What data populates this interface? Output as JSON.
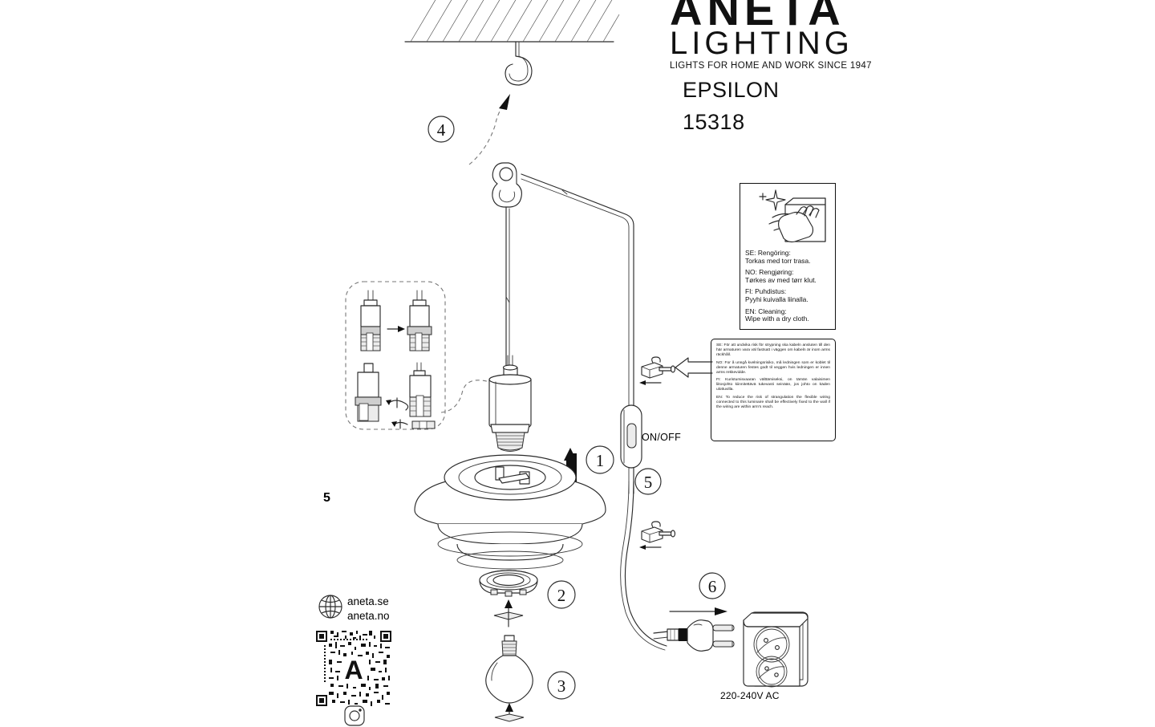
{
  "document": {
    "type": "assembly-instruction-sheet",
    "page_number": "5"
  },
  "brand": {
    "name": "ANETA",
    "sub_name": "LIGHTING",
    "tagline": "LIGHTS FOR HOME AND WORK SINCE 1947"
  },
  "product": {
    "name": "EPSILON",
    "code": "15318"
  },
  "cleaning_card": {
    "icon": "hand-wiping-cloth-icon",
    "rows": [
      {
        "lang": "SE",
        "title": "SE: Rengöring:",
        "body": "Torkas med torr trasa."
      },
      {
        "lang": "NO",
        "title": "NO: Rengjøring:",
        "body": "Tørkes av med tørr klut."
      },
      {
        "lang": "FI",
        "title": "FI: Puhdistus:",
        "body": "Pyyhi kuivalla liinalla."
      },
      {
        "lang": "EN",
        "title": "EN: Cleaning:",
        "body": "Wipe with a dry cloth."
      }
    ]
  },
  "warning_card": {
    "rows": [
      {
        "lang": "SE",
        "text": "SE: För att undvika risk för strypning ska kabeln ansluten till den här armaturen vara väl fastsatt i väggen om kabeln är inom arms räckhåll."
      },
      {
        "lang": "NO",
        "text": "NO: For å unngå kvelningsrisiko, må ledningen som er koblet til denne armaturen festes godt til veggen hvis ledningen er innen arms rekkevidde."
      },
      {
        "lang": "FI",
        "text": "FI: Kuristumisvaaran välttämiseksi, on tämän valaisimen liitosjohto kiinnitettävä tukevasti seinään, jos johto on käden ulottuvilla."
      },
      {
        "lang": "EN",
        "text": "EN: To reduce the risk of strangulation the flexible wiring connected to this luminaire shall be effectively fixed to the wall if the wiring are within arm's reach."
      }
    ]
  },
  "labels": {
    "on_off": "ON/OFF",
    "voltage": "220-240V AC"
  },
  "footer": {
    "globe_icon": "globe-icon",
    "website_se": "aneta.se",
    "website_no": "aneta.no",
    "qr_code": "qr-code-aneta",
    "instagram_icon": "instagram-icon"
  },
  "steps": [
    {
      "number": "1",
      "description": "Push shade up onto lamp socket"
    },
    {
      "number": "2",
      "description": "Fit shade retaining ring"
    },
    {
      "number": "3",
      "description": "Screw in light bulb"
    },
    {
      "number": "4",
      "description": "Hang cable hook onto ceiling hook"
    },
    {
      "number": "5",
      "description": "Inline ON/OFF switch on cable"
    },
    {
      "number": "6",
      "description": "Insert plug into wall socket"
    }
  ],
  "colors": {
    "line": "#2b2b2b",
    "fill_light": "#ececec",
    "fill_grey": "#cfcfcf",
    "text": "#111111"
  }
}
